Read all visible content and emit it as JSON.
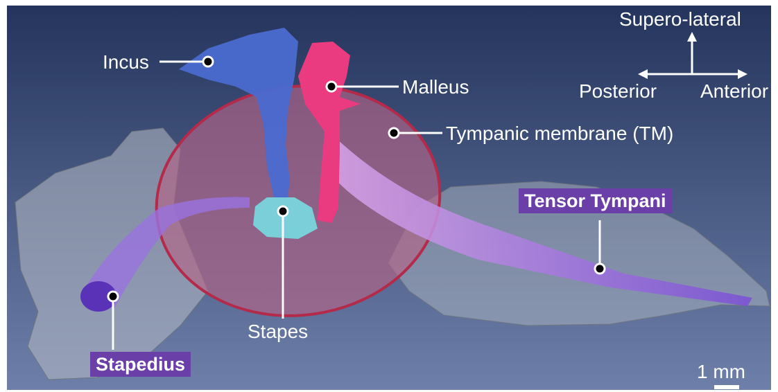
{
  "labels": {
    "incus": "Incus",
    "malleus": "Malleus",
    "tympanic_membrane": "Tympanic membrane (TM)",
    "stapes": "Stapes",
    "tensor_tympani": "Tensor Tympani",
    "stapedius": "Stapedius"
  },
  "orientation": {
    "up": "Supero-lateral",
    "left": "Posterior",
    "right": "Anterior"
  },
  "scale_bar": {
    "label": "1 mm"
  },
  "colors": {
    "background_top": "#27375f",
    "background_bottom": "#6a7ca6",
    "incus": "#3f5fc8",
    "malleus": "#e8327a",
    "tympanic_membrane": "#b06a8a",
    "stapes": "#6fd3dc",
    "tensor_tympani": "#b98ae6",
    "stapedius": "#6a3fc0",
    "label_box": "#6a3fa8",
    "tissue": "#a9b1bb"
  }
}
